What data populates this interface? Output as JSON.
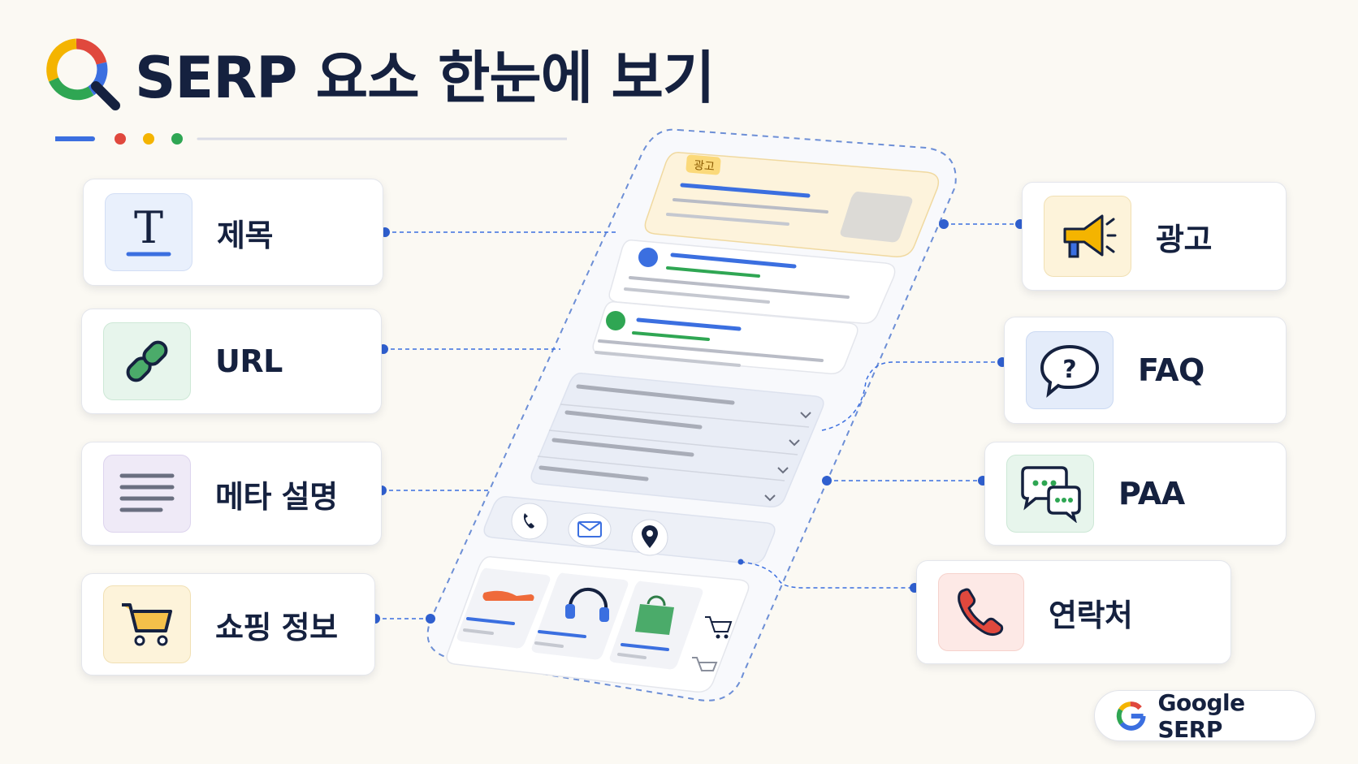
{
  "header": {
    "title": "SERP 요소 한눈에 보기"
  },
  "phone": {
    "ad_badge": "광고"
  },
  "elements_left": [
    {
      "label": "제목",
      "icon": "title-T-icon"
    },
    {
      "label": "URL",
      "icon": "link-icon"
    },
    {
      "label": "메타 설명",
      "icon": "text-lines-icon"
    },
    {
      "label": "쇼핑 정보",
      "icon": "cart-icon"
    }
  ],
  "elements_right": [
    {
      "label": "광고",
      "icon": "megaphone-icon"
    },
    {
      "label": "FAQ",
      "icon": "question-bubble-icon"
    },
    {
      "label": "PAA",
      "icon": "chat-bubbles-icon"
    },
    {
      "label": "연락처",
      "icon": "phone-icon"
    }
  ],
  "footer": {
    "badge_label": "Google SERP"
  },
  "colors": {
    "blue": "#3b6fe0",
    "red": "#e0483d",
    "yellow": "#f4b400",
    "green": "#2fa653",
    "navy": "#15213f"
  }
}
